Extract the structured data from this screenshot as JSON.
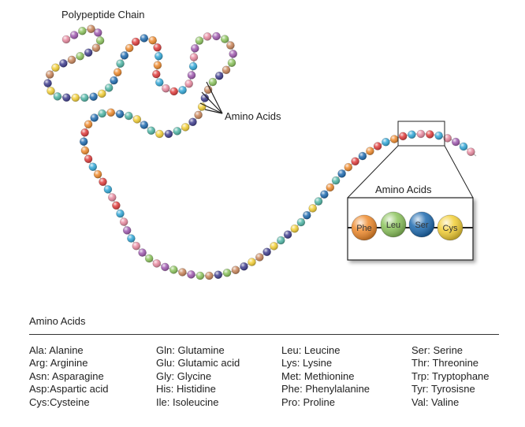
{
  "labels": {
    "chain": "Polypeptide Chain",
    "amino_acids_pointer": "Amino Acids",
    "inset_title": "Amino Acids"
  },
  "inset": {
    "beads": [
      {
        "text": "Phe",
        "color": "#ef8a2c"
      },
      {
        "text": "Leu",
        "color": "#8cc45d"
      },
      {
        "text": "Ser",
        "color": "#1f6bb0"
      },
      {
        "text": "Cys",
        "color": "#f3cf36"
      }
    ]
  },
  "bead_palette": [
    "#e88aa0",
    "#ef8a2c",
    "#f3cf36",
    "#8cc45d",
    "#32a8d8",
    "#1f6bb0",
    "#3f3d8f",
    "#a05ab0",
    "#e03c3c",
    "#4fb6a6",
    "#c9855a"
  ],
  "legend": {
    "title": "Amino Acids",
    "columns": [
      [
        "Ala: Alanine",
        "Arg: Arginine",
        "Asn: Asparagine",
        "Asp:Aspartic acid",
        "Cys:Cysteine"
      ],
      [
        "Gln: Glutamine",
        "Glu: Glutamic acid",
        "Gly: Glycine",
        "His: Histidine",
        "Ile: Isoleucine"
      ],
      [
        "Leu: Leucine",
        "Lys: Lysine",
        "Met: Methionine",
        "Phe: Phenylalanine",
        "Pro: Proline"
      ],
      [
        "Ser: Serine",
        "Thr: Threonine",
        "Trp: Tryptophane",
        "Tyr: Tyrosisne",
        "Val: Valine"
      ]
    ]
  }
}
